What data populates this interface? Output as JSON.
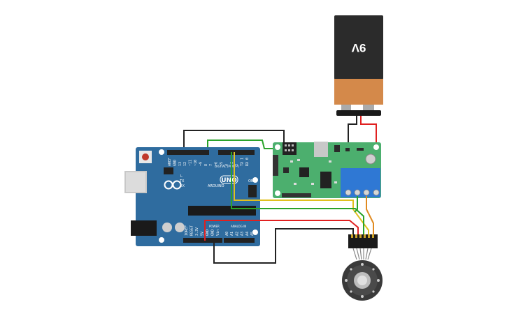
{
  "battery": {
    "label": "9V"
  },
  "arduino": {
    "logo_text": "ARDUINO",
    "model": "UNO",
    "tx_label": "TX",
    "rx_label": "RX",
    "l_label": "L",
    "on_label": "ON",
    "digital_label": "DIGITAL (PWM~)",
    "power_label": "POWER",
    "analog_label": "ANALOG IN",
    "top_pins": [
      "AREF",
      "GND",
      "13",
      "12",
      "~11",
      "~10",
      "~9",
      "8",
      "7",
      "~6",
      "~5",
      "4",
      "~3",
      "2",
      "TX 1",
      "RX 0"
    ],
    "power_pins": [
      "IOREF",
      "RESET",
      "3.3V",
      "5V",
      "GND",
      "GND",
      "Vin"
    ],
    "analog_pins": [
      "A0",
      "A1",
      "A2",
      "A3",
      "A4",
      "A5"
    ]
  },
  "colors": {
    "arduino_board": "#2f6c9f",
    "driver_board": "#4caf6e",
    "terminal_block": "#2f78d4",
    "wire_black": "#222222",
    "wire_red": "#e02020",
    "wire_green": "#2aa32a",
    "wire_yellow": "#e0c020",
    "wire_orange": "#e08a20",
    "battery_top": "#2b2b2b",
    "battery_bottom": "#d4894a"
  }
}
